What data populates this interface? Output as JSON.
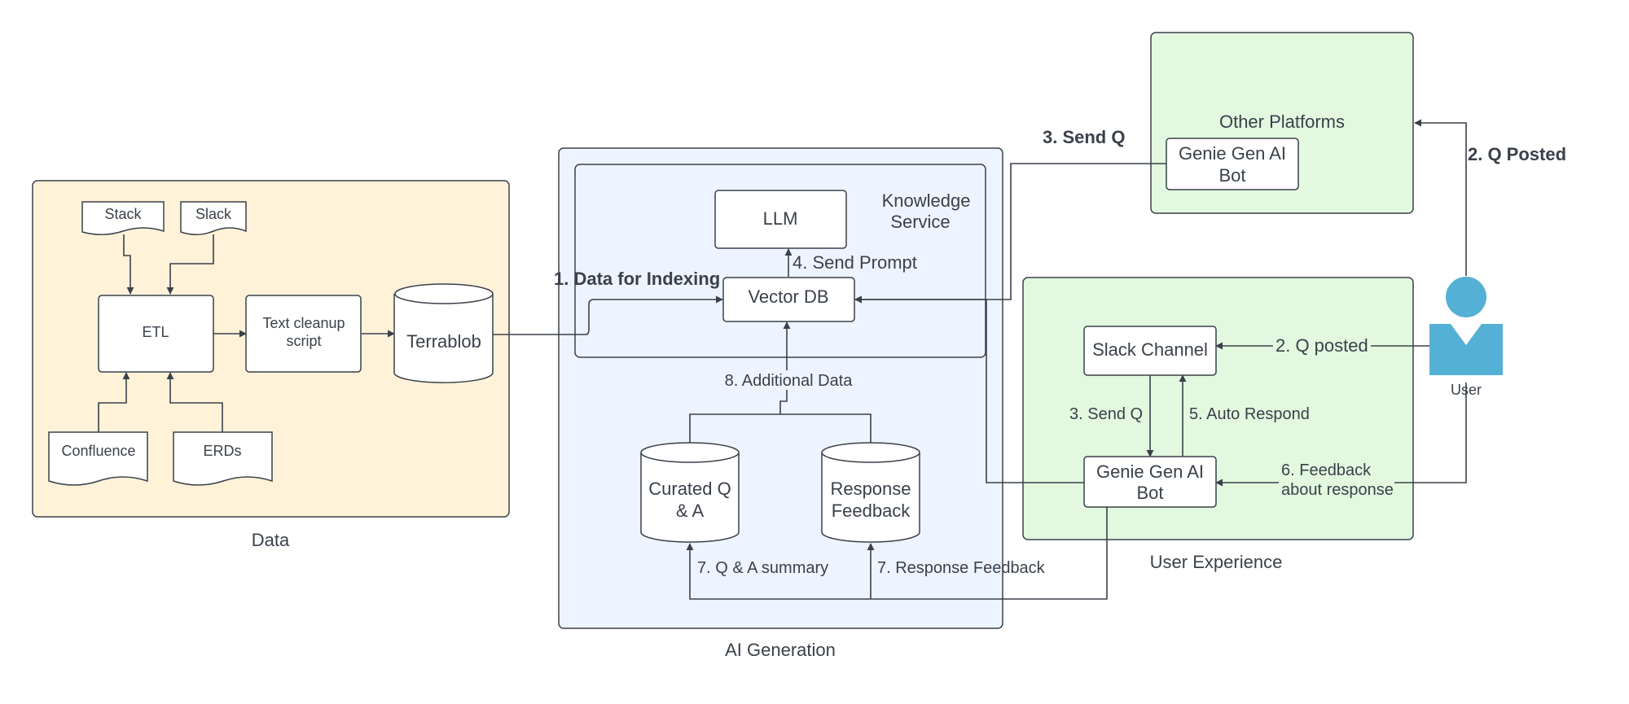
{
  "colors": {
    "data_group_fill": "#fff2d9",
    "ai_group_fill": "#edf4ff",
    "ux_group_fill": "#e2f8df",
    "other_group_fill": "#e2f8df",
    "user_icon": "#55b0d6",
    "line": "#3a414a"
  },
  "groups": {
    "data": {
      "label": "Data"
    },
    "ai_generation": {
      "label": "AI Generation"
    },
    "knowledge_service": {
      "label_line1": "Knowledge",
      "label_line2": "Service"
    },
    "user_experience": {
      "label": "User Experience"
    },
    "other_platforms": {
      "label": "Other Platforms"
    }
  },
  "nodes": {
    "stack": "Stack",
    "slack": "Slack",
    "etl": "ETL",
    "text_cleanup_line1": "Text cleanup",
    "text_cleanup_line2": "script",
    "terrablob": "Terrablob",
    "confluence": "Confluence",
    "erds": "ERDs",
    "llm": "LLM",
    "vector_db": "Vector DB",
    "curated_qa_line1": "Curated Q",
    "curated_qa_line2": "& A",
    "response_feedback_line1": "Response",
    "response_feedback_line2": "Feedback",
    "slack_channel": "Slack Channel",
    "genie_bot_ux_line1": "Genie Gen AI",
    "genie_bot_ux_line2": "Bot",
    "genie_bot_other_line1": "Genie Gen AI",
    "genie_bot_other_line2": "Bot",
    "user": "User",
    "user_icon": "person-icon"
  },
  "edge_labels": {
    "data_for_indexing": "1. Data for Indexing",
    "send_prompt": "4. Send Prompt",
    "additional_data": "8. Additional Data",
    "qa_summary": "7. Q & A summary",
    "response_feedback": "7. Response Feedback",
    "send_q_bold": "3. Send Q",
    "q_posted_bold": "2. Q Posted",
    "q_posted": "2. Q posted",
    "send_q": "3. Send Q",
    "auto_respond": "5. Auto Respond",
    "feedback_line1": "6. Feedback",
    "feedback_line2": "about response"
  }
}
